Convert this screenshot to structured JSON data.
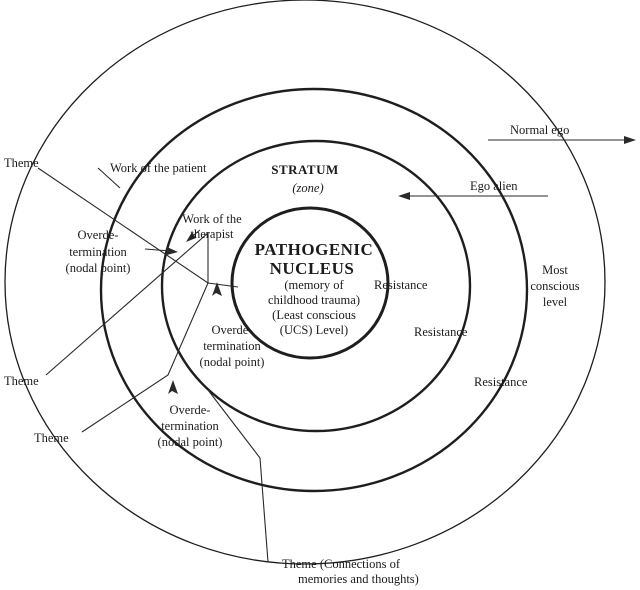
{
  "labels": {
    "stratum_title": "STRATUM",
    "stratum_sub": "(zone)",
    "nucleus_1": "PATHOGENIC",
    "nucleus_2": "NUCLEUS",
    "nucleus_3": "(memory of",
    "nucleus_4": "childhood trauma)",
    "nucleus_5": "(Least conscious",
    "nucleus_6": "(UCS) Level)",
    "normal_ego": "Normal ego",
    "ego_alien": "Ego alien",
    "most_conscious_1": "Most",
    "most_conscious_2": "conscious",
    "most_conscious_3": "level",
    "resistance_1": "Resistance",
    "resistance_2": "Resistance",
    "resistance_3": "Resistance",
    "theme_top": "Theme",
    "work_patient": "Work of the patient",
    "work_therapist_1": "Work of the",
    "work_therapist_2": "therapist",
    "overdet_left_1": "Overde-",
    "overdet_left_2": "termination",
    "overdet_left_3": "(nodal point)",
    "overdet_mid_1": "Overde-",
    "overdet_mid_2": "termination",
    "overdet_mid_3": "(nodal point)",
    "overdet_low_1": "Overde-",
    "overdet_low_2": "termination",
    "overdet_low_3": "(nodal point)",
    "theme_mid": "Theme",
    "theme_low": "Theme",
    "theme_bottom_1": "Theme (Connections of",
    "theme_bottom_2": "memories and thoughts)"
  }
}
